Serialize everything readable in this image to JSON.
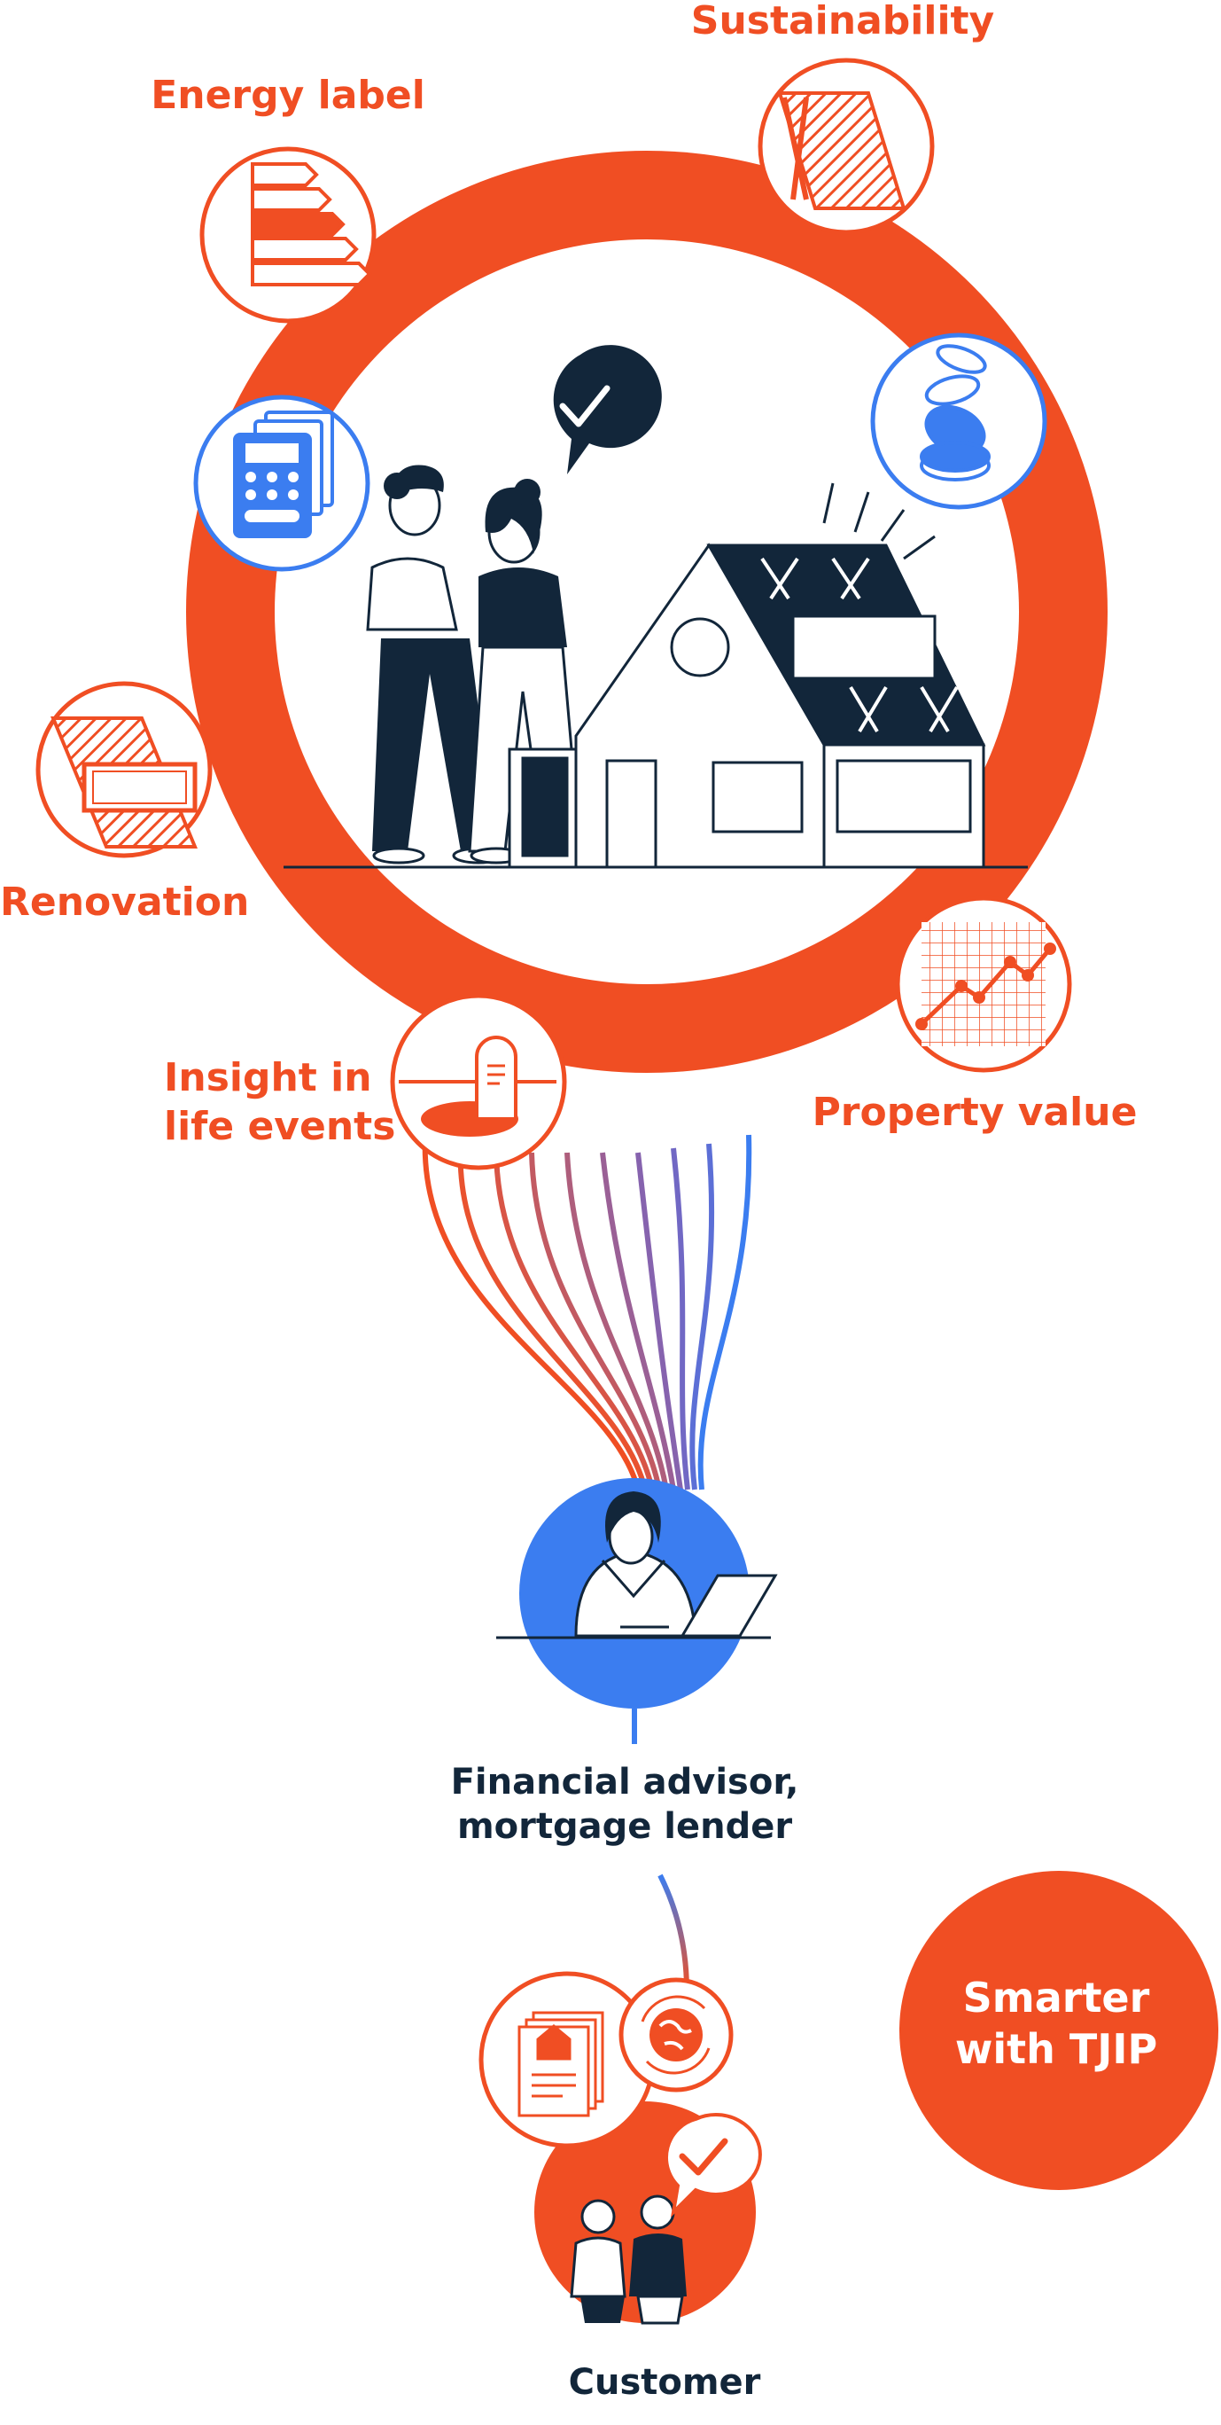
{
  "colors": {
    "orange": "#F04E23",
    "blue": "#3B7DF0",
    "navy": "#12263A",
    "white": "#FFFFFF"
  },
  "nodes": {
    "energy_label": {
      "label": "Energy label",
      "icon": "energy-label-icon"
    },
    "sustainability": {
      "label": "Sustainability",
      "icon": "solar-panel-icon"
    },
    "financial": {
      "label": "",
      "icon": "calculator-icon"
    },
    "savings": {
      "label": "",
      "icon": "coins-icon"
    },
    "renovation": {
      "label": "Renovation",
      "icon": "renovation-icon"
    },
    "property_value": {
      "label": "Property value",
      "icon": "growth-chart-icon"
    },
    "life_events": {
      "label_line1": "Insight in",
      "label_line2": "life events",
      "icon": "gravestone-icon"
    }
  },
  "advisor": {
    "label_line1": "Financial advisor,",
    "label_line2": "mortgage lender",
    "icon": "advisor-laptop-icon"
  },
  "customer": {
    "label": "Customer",
    "icons": [
      "documents-house-icon",
      "globe-refresh-icon",
      "check-bubble-icon",
      "couple-icon"
    ]
  },
  "badge": {
    "line1": "Smarter",
    "line2": "with TJIP"
  },
  "hero": {
    "icons": [
      "couple-icon",
      "check-bubble-icon",
      "house-solar-icon"
    ]
  }
}
